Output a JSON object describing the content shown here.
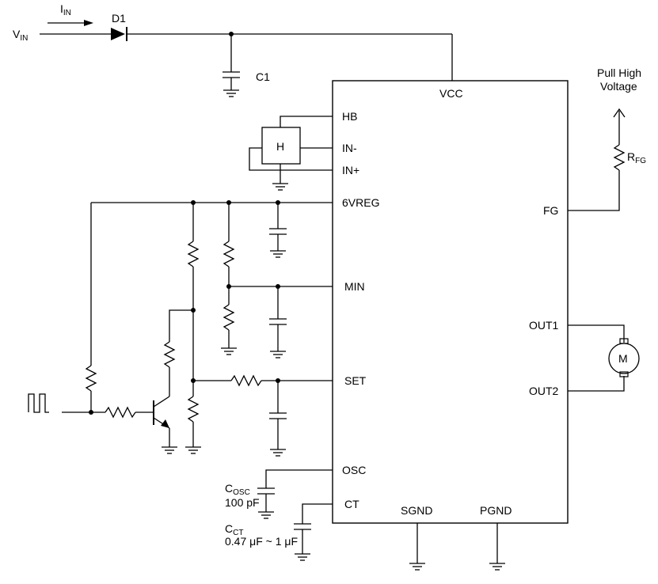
{
  "pins_left": {
    "vcc": "VCC",
    "hb": "HB",
    "in_minus": "IN-",
    "in_plus": "IN+",
    "vreg6": "6VREG",
    "min": "MIN",
    "set": "SET",
    "osc": "OSC",
    "ct": "CT"
  },
  "pins_right": {
    "fg": "FG",
    "out1": "OUT1",
    "out2": "OUT2"
  },
  "pins_bottom": {
    "sgnd": "SGND",
    "pgnd": "PGND"
  },
  "components": {
    "d1": "D1",
    "c1": "C1",
    "hall": "H",
    "motor": "M",
    "vin_main": "V",
    "vin_sub": "IN",
    "iin_main": "I",
    "iin_sub": "IN",
    "rfg_main": "R",
    "rfg_sub": "FG",
    "cosc_main": "C",
    "cosc_sub": "OSC",
    "cosc_value": "100 pF",
    "cct_main": "C",
    "cct_sub": "CT",
    "cct_value": "0.47 μF ~ 1 μF"
  },
  "pull_high": {
    "line1": "Pull High",
    "line2": "Voltage"
  }
}
